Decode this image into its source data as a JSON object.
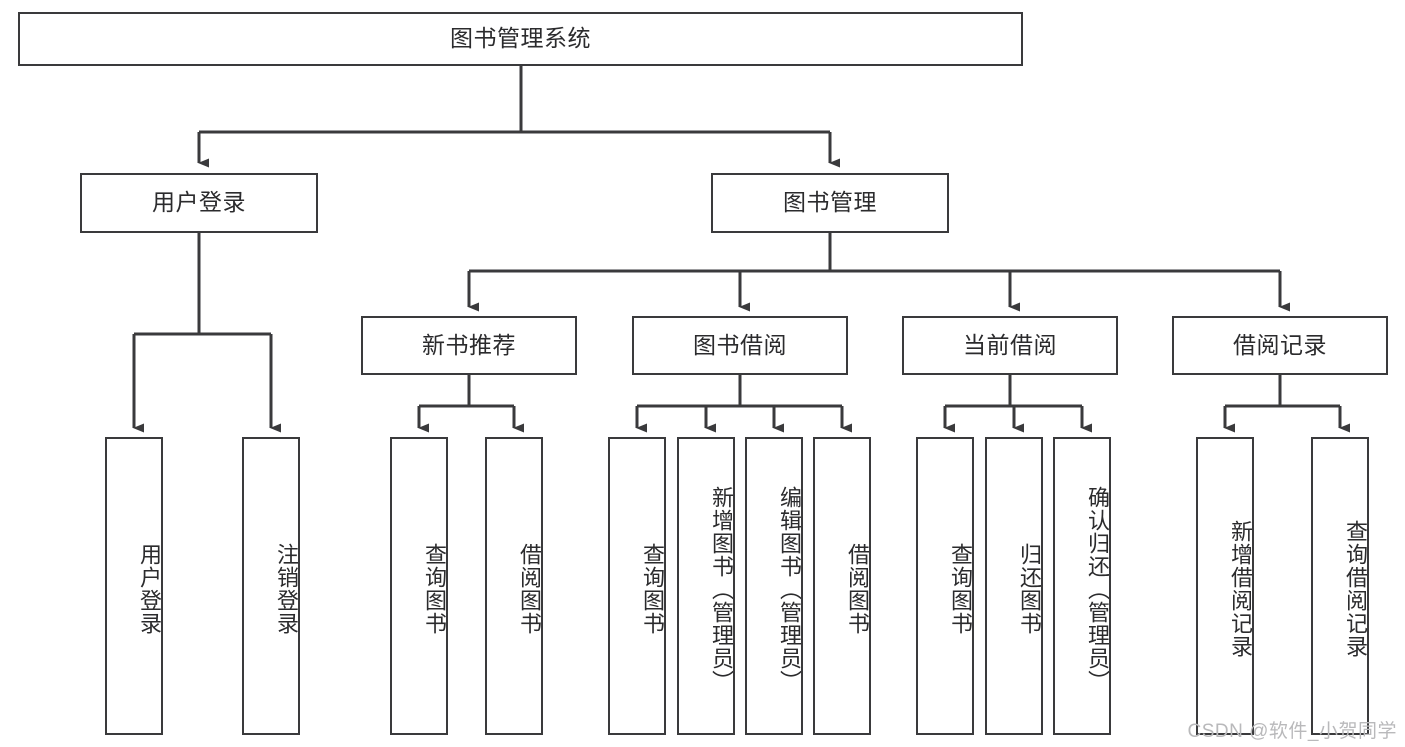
{
  "diagram": {
    "title": "图书管理系统",
    "type": "hierarchy-tree",
    "stroke_color": "#3a3a3c",
    "text_color": "#2b2b2d",
    "background_color": "#ffffff",
    "watermark": "CSDN @软件_小贺同学"
  },
  "root": {
    "label": "图书管理系统"
  },
  "level1": [
    {
      "label": "用户登录"
    },
    {
      "label": "图书管理"
    }
  ],
  "level2": [
    {
      "label": "新书推荐"
    },
    {
      "label": "图书借阅"
    },
    {
      "label": "当前借阅"
    },
    {
      "label": "借阅记录"
    }
  ],
  "leaves": {
    "user_login": [
      {
        "label": "用户登录"
      },
      {
        "label": "注销登录"
      }
    ],
    "new_book_recommend": [
      {
        "label": "查询图书"
      },
      {
        "label": "借阅图书"
      }
    ],
    "book_borrow": [
      {
        "label": "查询图书"
      },
      {
        "label": "新增图书（管理员）"
      },
      {
        "label": "编辑图书（管理员）"
      },
      {
        "label": "借阅图书"
      }
    ],
    "current_borrow": [
      {
        "label": "查询图书"
      },
      {
        "label": "归还图书"
      },
      {
        "label": "确认归还（管理员）"
      }
    ],
    "borrow_record": [
      {
        "label": "新增借阅记录"
      },
      {
        "label": "查询借阅记录"
      }
    ]
  }
}
